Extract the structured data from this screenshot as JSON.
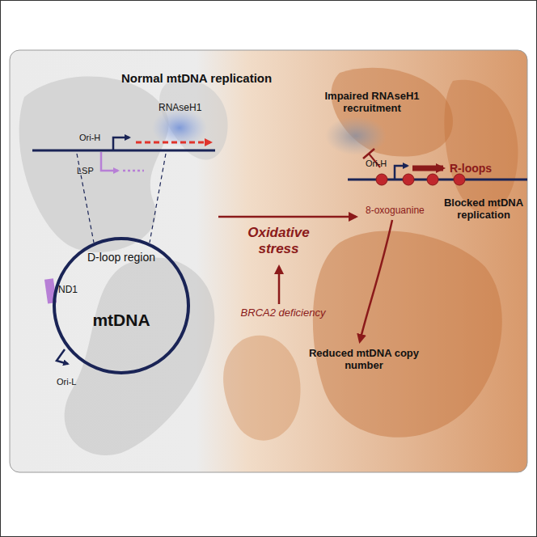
{
  "diagram": {
    "nodes": [
      {
        "text": [
          "D-loop region",
          "mtDNA"
        ]
      }
    ],
    "labels": [
      "Normal mtDNA replication",
      "RNAseH1",
      "Ori-H",
      "LSP",
      "ND1",
      "Ori-L",
      "Oxidative stress",
      "BRCA2 deficiency",
      "Impaired RNAseH1 recruitment",
      "Ori-H",
      "R-loops",
      "8-oxoguanine",
      "Blocked mtDNA replication",
      "Reduced mtDNA copy number"
    ]
  }
}
